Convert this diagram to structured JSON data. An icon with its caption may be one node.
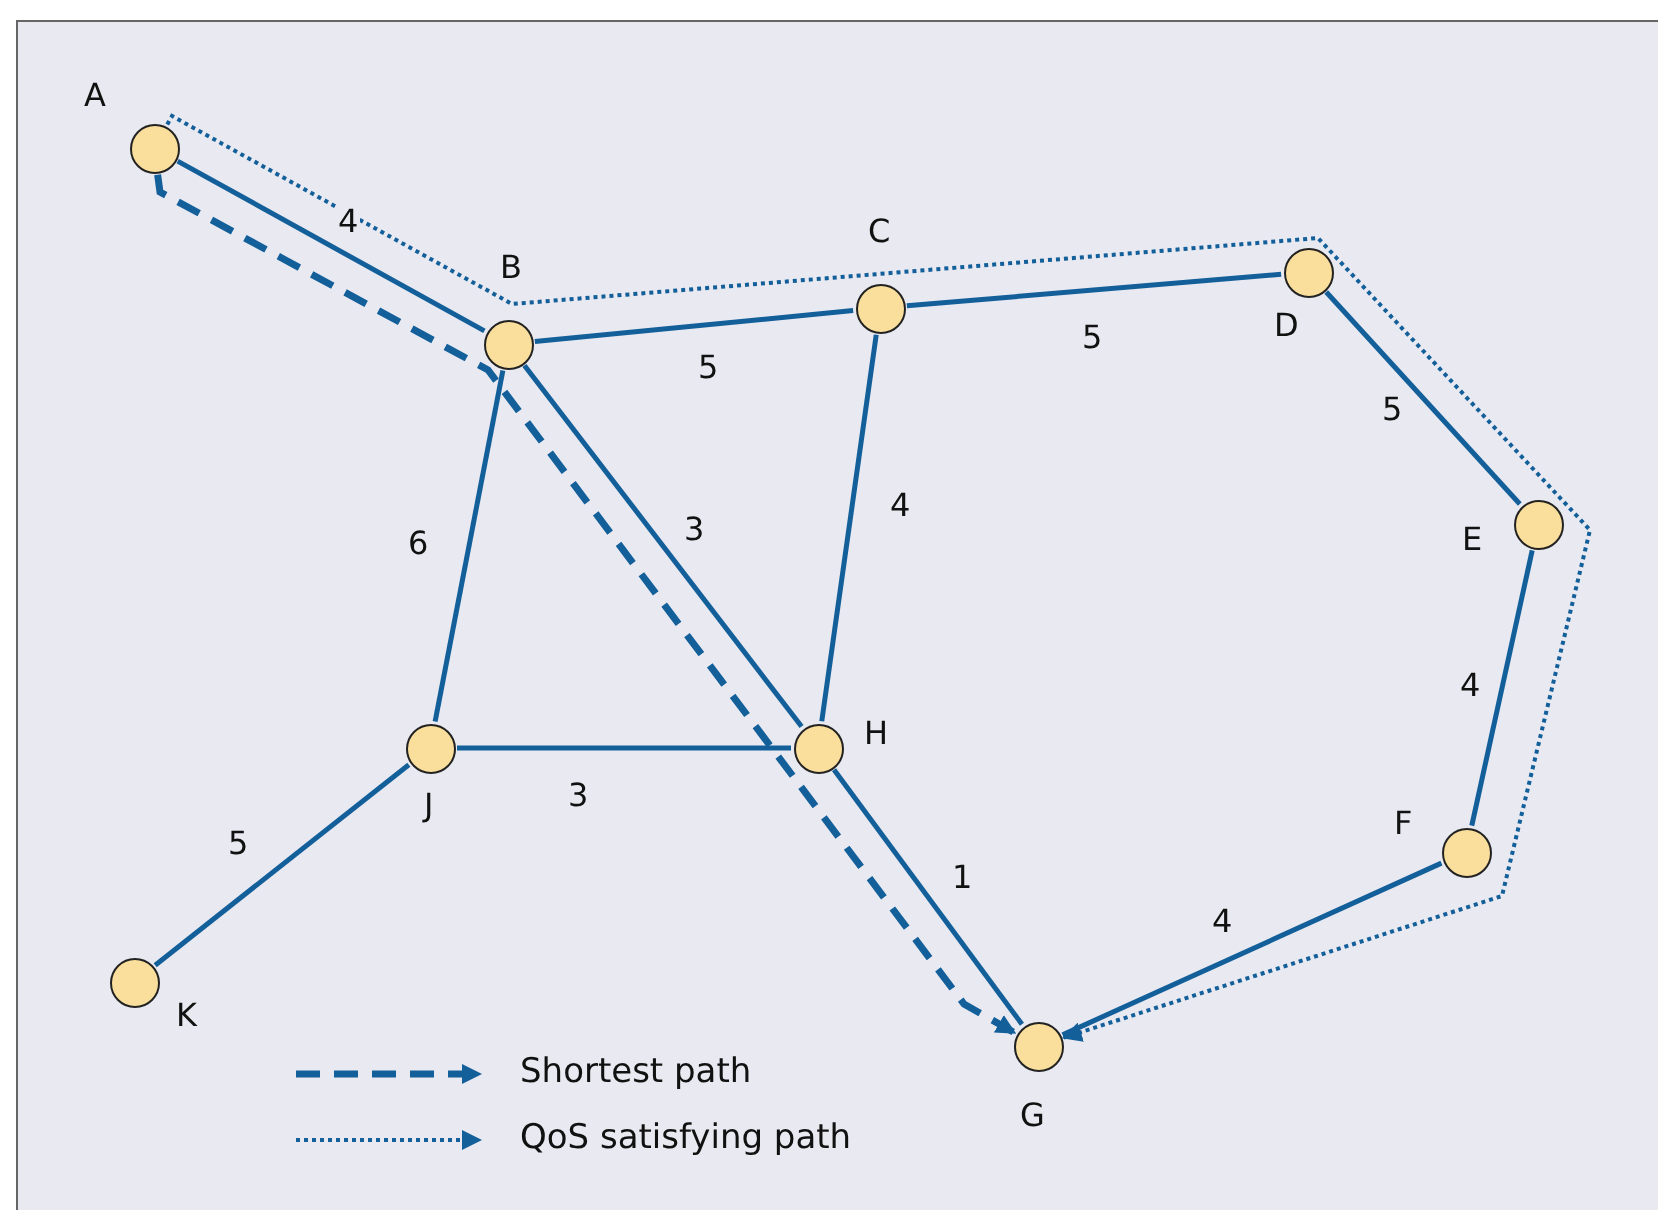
{
  "diagram": {
    "nodes": [
      {
        "text": [],
        "shape": "circle",
        "beside": [
          "A"
        ]
      },
      {
        "text": [],
        "shape": "circle",
        "beside": [
          "B"
        ]
      },
      {
        "text": [],
        "shape": "circle",
        "beside": [
          "C"
        ]
      },
      {
        "text": [],
        "shape": "circle",
        "beside": [
          "D"
        ]
      },
      {
        "text": [],
        "shape": "circle",
        "beside": [
          "E"
        ]
      },
      {
        "text": [],
        "shape": "circle",
        "beside": [
          "F"
        ]
      },
      {
        "text": [],
        "shape": "circle",
        "beside": [
          "G"
        ]
      },
      {
        "text": [],
        "shape": "circle",
        "beside": [
          "H"
        ]
      },
      {
        "text": [],
        "shape": "circle",
        "beside": [
          "J"
        ]
      },
      {
        "text": [],
        "shape": "circle",
        "beside": [
          "K"
        ]
      }
    ],
    "edges": [
      {
        "from": 0,
        "to": 1,
        "arrow": "none",
        "label": "4"
      },
      {
        "from": 1,
        "to": 2,
        "arrow": "none",
        "label": "5"
      },
      {
        "from": 2,
        "to": 3,
        "arrow": "none",
        "label": "5"
      },
      {
        "from": 3,
        "to": 4,
        "arrow": "none",
        "label": "5"
      },
      {
        "from": 4,
        "to": 5,
        "arrow": "none",
        "label": "4"
      },
      {
        "from": 5,
        "to": 6,
        "arrow": "none",
        "label": "4"
      },
      {
        "from": 1,
        "to": 7,
        "arrow": "none",
        "label": "3"
      },
      {
        "from": 2,
        "to": 7,
        "arrow": "none",
        "label": "4"
      },
      {
        "from": 1,
        "to": 8,
        "arrow": "none",
        "label": "6"
      },
      {
        "from": 8,
        "to": 7,
        "arrow": "none",
        "label": "3"
      },
      {
        "from": 7,
        "to": 6,
        "arrow": "none",
        "label": "1"
      },
      {
        "from": 8,
        "to": 9,
        "arrow": "none",
        "label": "5"
      },
      {
        "from": 0,
        "to": 6,
        "arrow": "to",
        "style": "dashed"
      },
      {
        "from": 0,
        "to": 6,
        "arrow": "to",
        "style": "dashed"
      }
    ],
    "legend": [
      {
        "text": "Shortest path"
      },
      {
        "text": "QoS satisfying path"
      }
    ]
  }
}
